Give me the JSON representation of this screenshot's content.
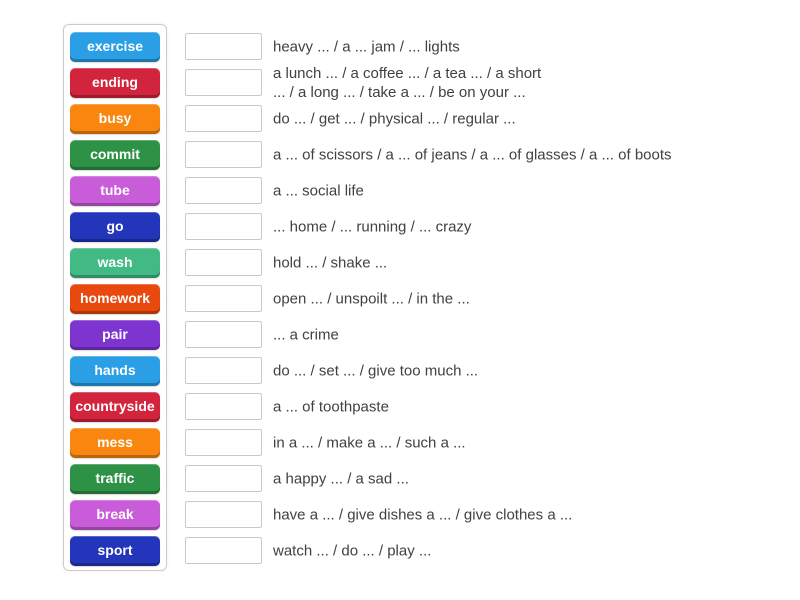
{
  "page": {
    "background_color": "#ffffff",
    "clue_text_color": "#414141",
    "panel_border_color": "#cccccc",
    "slot_border_color": "#c9c9c9"
  },
  "activity": {
    "type": "match-up",
    "rows": [
      {
        "keyword": "exercise",
        "tile_color": "#2a9fe5",
        "slot_value": "",
        "clue": "heavy ... / a ... jam / ... lights"
      },
      {
        "keyword": "ending",
        "tile_color": "#d2253d",
        "slot_value": "",
        "clue": "a lunch ... / a coffee ... / a tea ... / a short\n... / a long ... / take a ... / be on your ..."
      },
      {
        "keyword": "busy",
        "tile_color": "#f8860f",
        "slot_value": "",
        "clue": "do ... / get ... / physical ... / regular ..."
      },
      {
        "keyword": "commit",
        "tile_color": "#2d9246",
        "slot_value": "",
        "clue": "a ... of scissors / a ... of jeans / a ... of glasses / a ... of boots"
      },
      {
        "keyword": "tube",
        "tile_color": "#c95cd8",
        "slot_value": "",
        "clue": "a ... social life"
      },
      {
        "keyword": "go",
        "tile_color": "#2336bb",
        "slot_value": "",
        "clue": "... home / ... running / ... crazy"
      },
      {
        "keyword": "wash",
        "tile_color": "#42ba86",
        "slot_value": "",
        "clue": "hold ... / shake ..."
      },
      {
        "keyword": "homework",
        "tile_color": "#e8490f",
        "slot_value": "",
        "clue": "open ... / unspoilt ... / in the ..."
      },
      {
        "keyword": "pair",
        "tile_color": "#7e35cf",
        "slot_value": "",
        "clue": "... a crime"
      },
      {
        "keyword": "hands",
        "tile_color": "#2a9fe5",
        "slot_value": "",
        "clue": "do ... / set ... / give too much ..."
      },
      {
        "keyword": "countryside",
        "tile_color": "#d2253d",
        "slot_value": "",
        "clue": "a ... of toothpaste"
      },
      {
        "keyword": "mess",
        "tile_color": "#f8860f",
        "slot_value": "",
        "clue": "in a ... / make a ... / such a ..."
      },
      {
        "keyword": "traffic",
        "tile_color": "#2d9246",
        "slot_value": "",
        "clue": "a happy ... / a sad ..."
      },
      {
        "keyword": "break",
        "tile_color": "#c95cd8",
        "slot_value": "",
        "clue": "have a ... / give dishes a ... / give clothes a ..."
      },
      {
        "keyword": "sport",
        "tile_color": "#2336bb",
        "slot_value": "",
        "clue": "watch ... / do ... / play ..."
      }
    ]
  }
}
